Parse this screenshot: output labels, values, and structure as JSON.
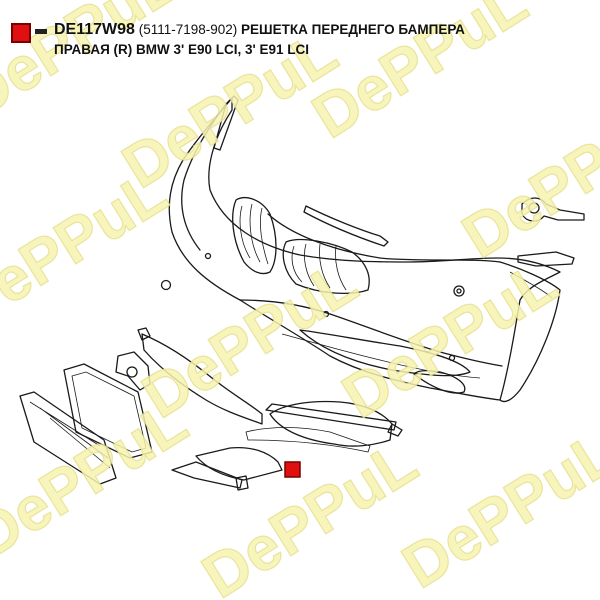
{
  "header": {
    "part_code": "DE117W98",
    "oem_number": "(5111-7198-902)",
    "description_line1": "РЕШЕТКА ПЕРЕДНЕГО БАМПЕРА",
    "description_line2": "ПРАВАЯ (R) BMW 3' E90 LCI, 3' E91 LCI",
    "marker_color": "#e01010"
  },
  "diagram": {
    "highlight_color": "#e01010"
  },
  "watermark": {
    "text": "DePPuL",
    "color": "#f6f2b0"
  }
}
